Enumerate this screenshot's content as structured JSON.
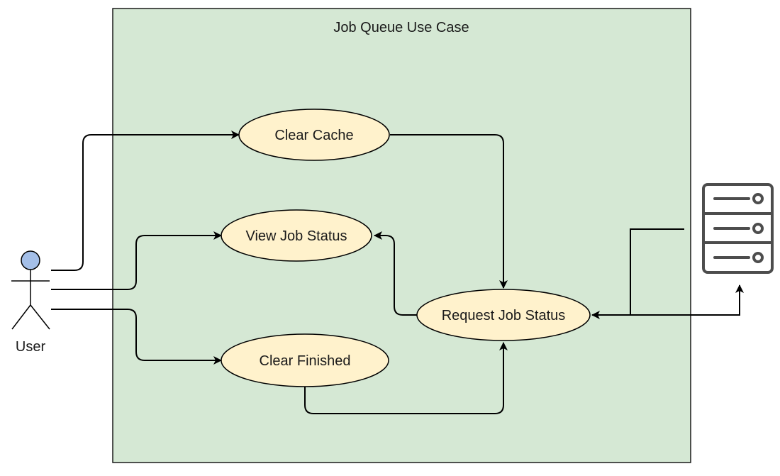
{
  "diagram": {
    "type": "use-case",
    "system_boundary": {
      "title": "Job Queue Use Case",
      "fill": "#d5e8d4",
      "stroke": "#1a1a1a"
    },
    "actor": {
      "label": "User",
      "head_fill": "#a4bfe8"
    },
    "external_system": {
      "icon": "server-icon",
      "stroke": "#4d4d4d"
    },
    "use_cases": {
      "clear_cache": "Clear Cache",
      "view_job_status": "View Job Status",
      "request_job_status": "Request Job Status",
      "clear_finished": "Clear Finished"
    },
    "use_case_fill": "#fff2cc",
    "edges": [
      {
        "from": "User",
        "to": "Clear Cache"
      },
      {
        "from": "User",
        "to": "View Job Status"
      },
      {
        "from": "User",
        "to": "Clear Finished"
      },
      {
        "from": "Clear Cache",
        "to": "Request Job Status"
      },
      {
        "from": "Request Job Status",
        "to": "View Job Status"
      },
      {
        "from": "Clear Finished",
        "to": "Request Job Status"
      },
      {
        "from": "Server",
        "to": "Request Job Status"
      },
      {
        "from": "Request Job Status",
        "to": "Server"
      }
    ]
  }
}
